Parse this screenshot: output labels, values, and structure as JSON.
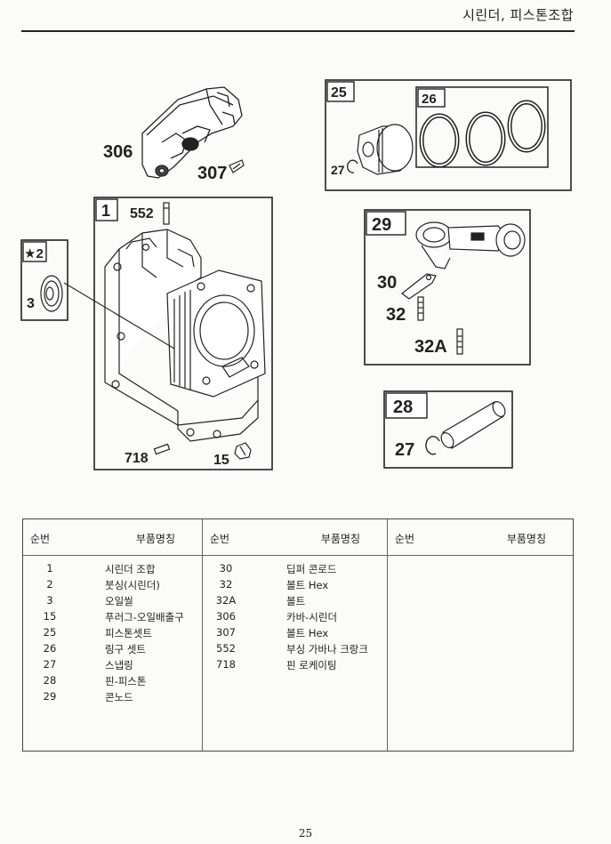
{
  "header": {
    "title": "시린더, 피스톤조합"
  },
  "diagram": {
    "callouts": {
      "c306": "306",
      "c307": "307",
      "c1": "1",
      "c552": "552",
      "c2": "★2",
      "c3": "3",
      "c718": "718",
      "c15": "15",
      "c25": "25",
      "c26": "26",
      "c27a": "27",
      "c29": "29",
      "c30": "30",
      "c32": "32",
      "c32a": "32A",
      "c28": "28",
      "c27b": "27"
    }
  },
  "table": {
    "headers": {
      "no": "순번",
      "name": "부품명칭"
    },
    "columns": [
      [
        {
          "no": "1",
          "name": "시린더 조합"
        },
        {
          "no": "2",
          "name": "붓싱(시린더)"
        },
        {
          "no": "3",
          "name": "오일씰"
        },
        {
          "no": "15",
          "name": "푸러그-오일배출구"
        },
        {
          "no": "25",
          "name": "피스톤셋트"
        },
        {
          "no": "26",
          "name": "링구 셋트"
        },
        {
          "no": "27",
          "name": "스냅링"
        },
        {
          "no": "28",
          "name": "핀-피스톤"
        },
        {
          "no": "29",
          "name": "콘노드"
        }
      ],
      [
        {
          "no": "30",
          "name": "딥퍼 콘로드"
        },
        {
          "no": "32",
          "name": "볼트 Hex"
        },
        {
          "no": "32A",
          "name": "볼트"
        },
        {
          "no": "306",
          "name": "카바-시린더"
        },
        {
          "no": "307",
          "name": "볼트 Hex"
        },
        {
          "no": "552",
          "name": "부싱 가바나 크랑크"
        },
        {
          "no": "718",
          "name": "핀 로케이팅"
        }
      ],
      []
    ]
  },
  "footer": {
    "page_number": "25"
  }
}
